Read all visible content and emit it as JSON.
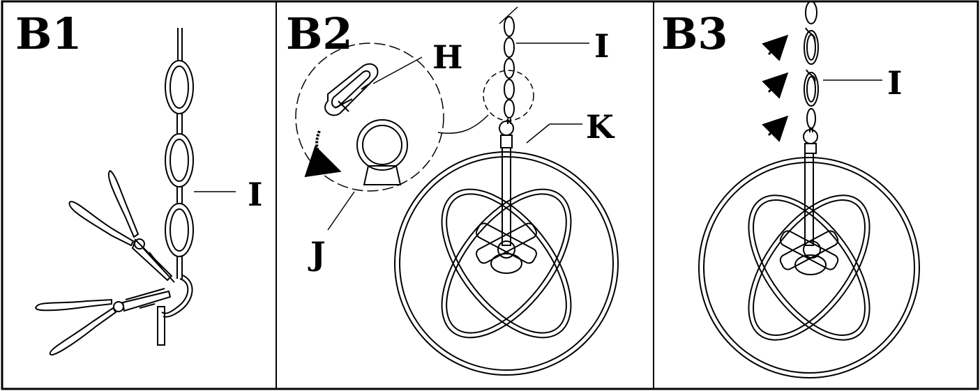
{
  "panels": [
    {
      "id": "B1",
      "label": "B1",
      "callouts": [
        "I"
      ]
    },
    {
      "id": "B2",
      "label": "B2",
      "callouts": [
        "I",
        "H",
        "K",
        "J"
      ]
    },
    {
      "id": "B3",
      "label": "B3",
      "callouts": [
        "I"
      ]
    }
  ]
}
